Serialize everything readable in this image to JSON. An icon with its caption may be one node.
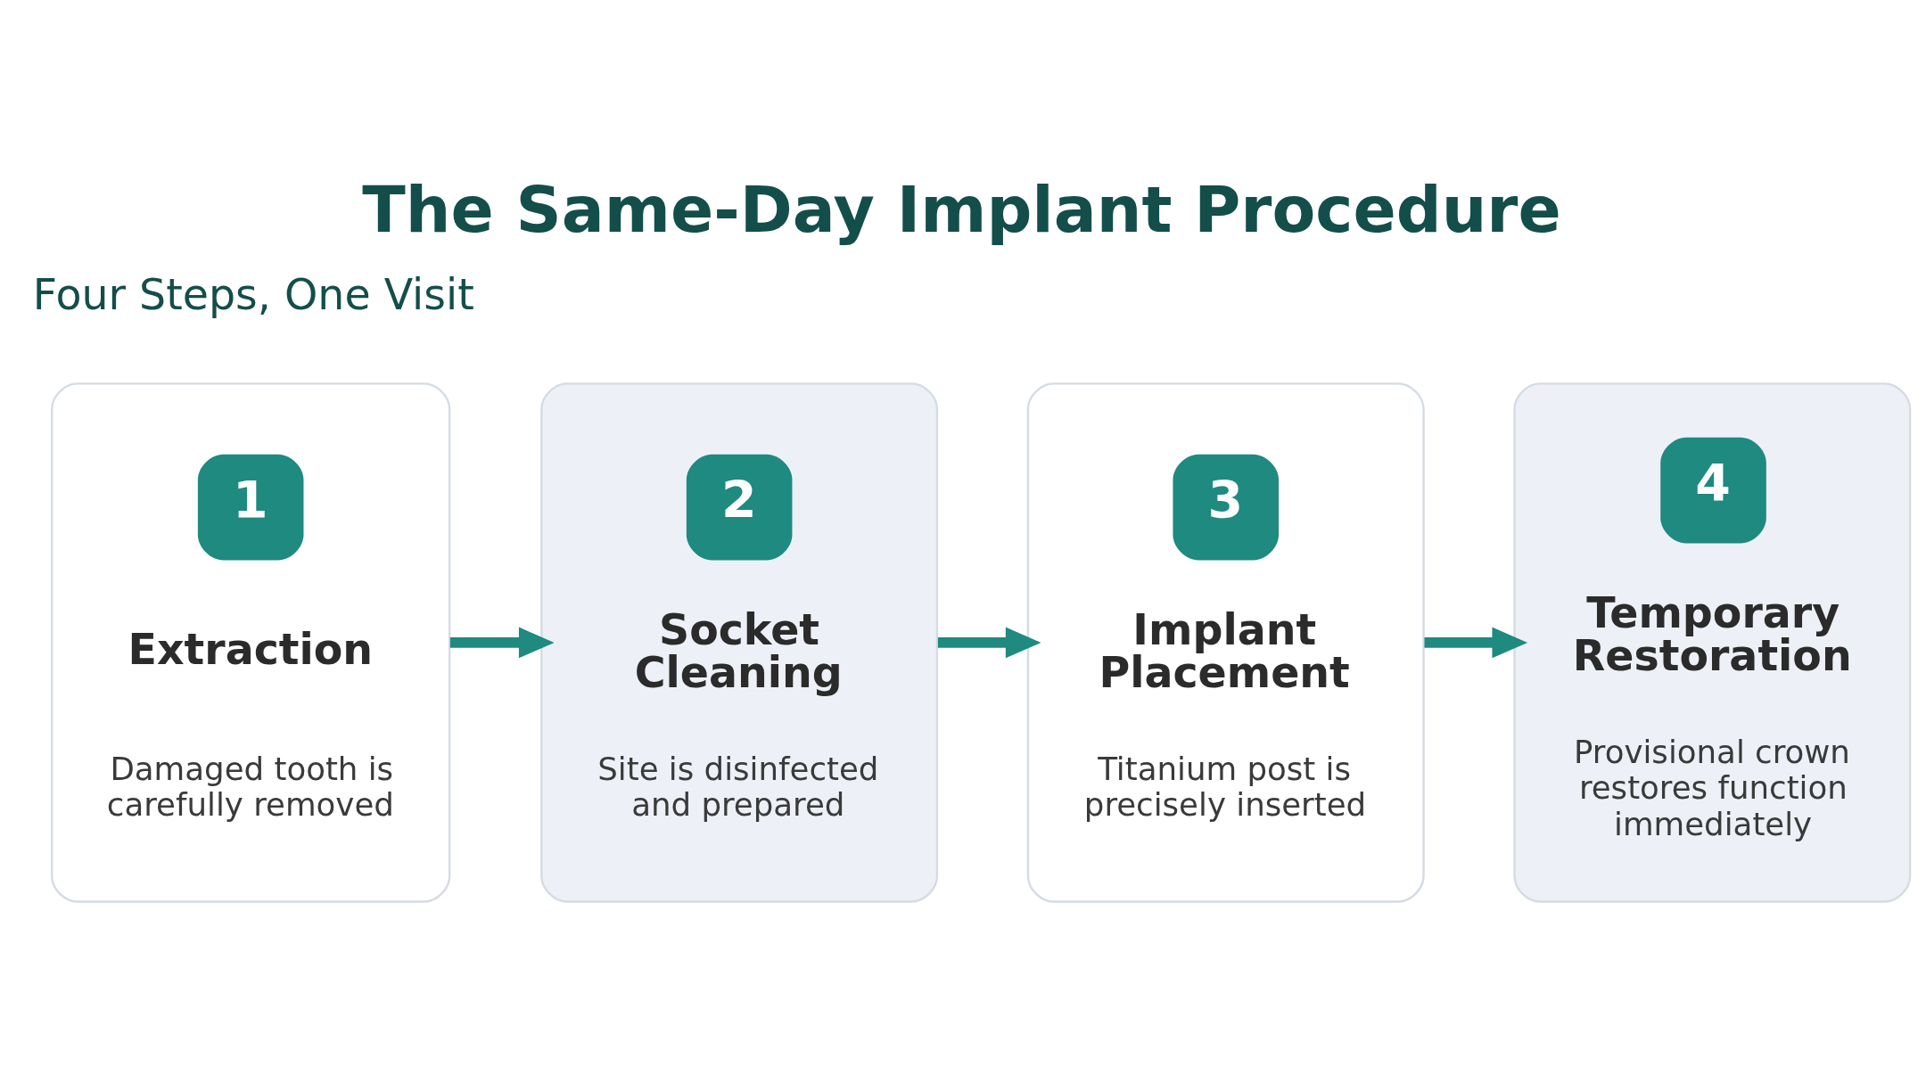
{
  "diagram": {
    "title": "The Same-Day Implant Procedure",
    "nodes": [
      {
        "text": [
          "1",
          "Extraction",
          "Damaged tooth is carefully removed"
        ]
      },
      {
        "text": [
          "2",
          "Socket Cleaning",
          "Site is disinfected and prepared"
        ]
      },
      {
        "text": [
          "3",
          "Implant Placement",
          "Titanium post is precisely inserted"
        ]
      },
      {
        "text": [
          "4",
          "Temporary Restoration",
          "Provisional crown restores function immediately"
        ]
      }
    ],
    "edges": [
      {
        "from": 0,
        "to": 1,
        "arrow": "to"
      },
      {
        "from": 1,
        "to": 2,
        "arrow": "to"
      },
      {
        "from": 2,
        "to": 3,
        "arrow": "to"
      }
    ],
    "labels": [
      "Four Steps, One Visit"
    ]
  }
}
